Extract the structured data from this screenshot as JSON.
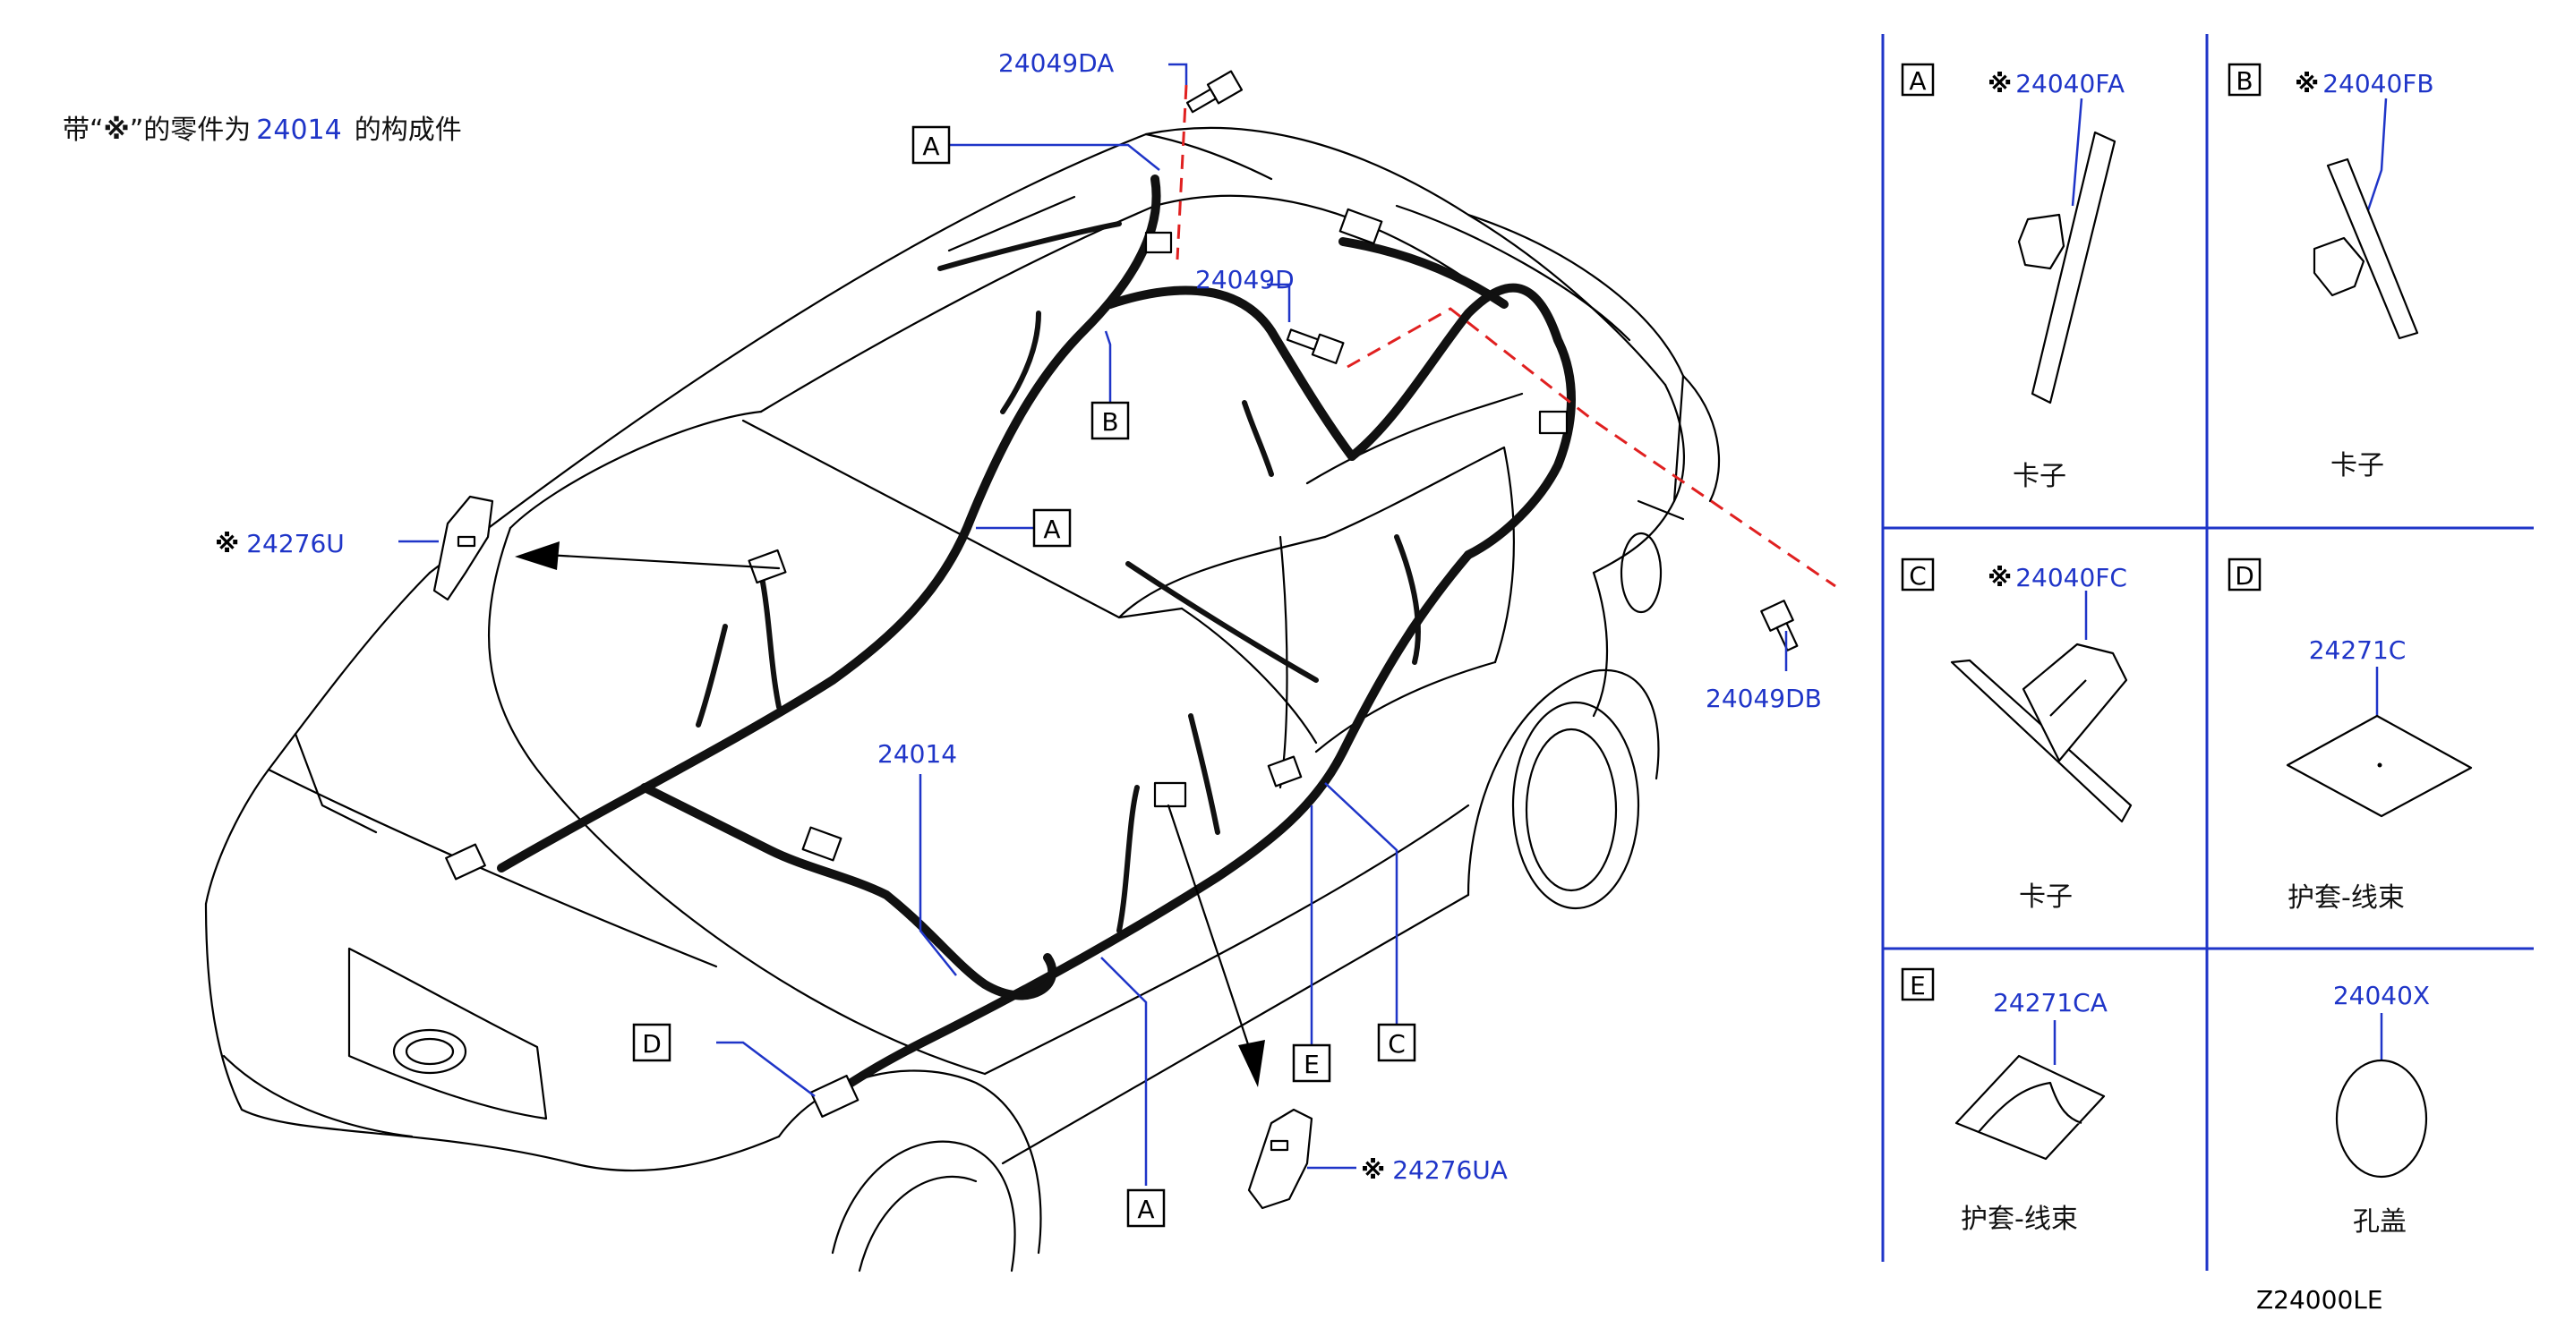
{
  "note": {
    "prefix": "带“",
    "mark": "※",
    "middle": "”的零件为",
    "assembly": "24014",
    "suffix": "的构成件"
  },
  "main_labels": {
    "main_harness": "24014",
    "bolt_da": "24049DA",
    "bolt_d": "24049D",
    "bolt_db": "24049DB",
    "bracket_u": "24276U",
    "bracket_ua": "24276UA",
    "mark": "※"
  },
  "callouts": [
    "A",
    "B",
    "A",
    "D",
    "E",
    "C",
    "A"
  ],
  "parts_table": [
    {
      "letter": "A",
      "mark": "※",
      "part_no": "24040FA",
      "name": "卡子"
    },
    {
      "letter": "B",
      "mark": "※",
      "part_no": "24040FB",
      "name": "卡子"
    },
    {
      "letter": "C",
      "mark": "※",
      "part_no": "24040FC",
      "name": "卡子"
    },
    {
      "letter": "D",
      "mark": "",
      "part_no": "24271C",
      "name": "护套-线束"
    },
    {
      "letter": "E",
      "mark": "",
      "part_no": "24271CA",
      "name": "护套-线束"
    },
    {
      "letter": "",
      "mark": "",
      "part_no": "24040X",
      "name": "孔盖"
    }
  ],
  "diagram_code": "Z24000LE",
  "colors": {
    "label_blue": "#1f35c8",
    "leader_dash_red": "#e02020",
    "line_black": "#000000"
  }
}
